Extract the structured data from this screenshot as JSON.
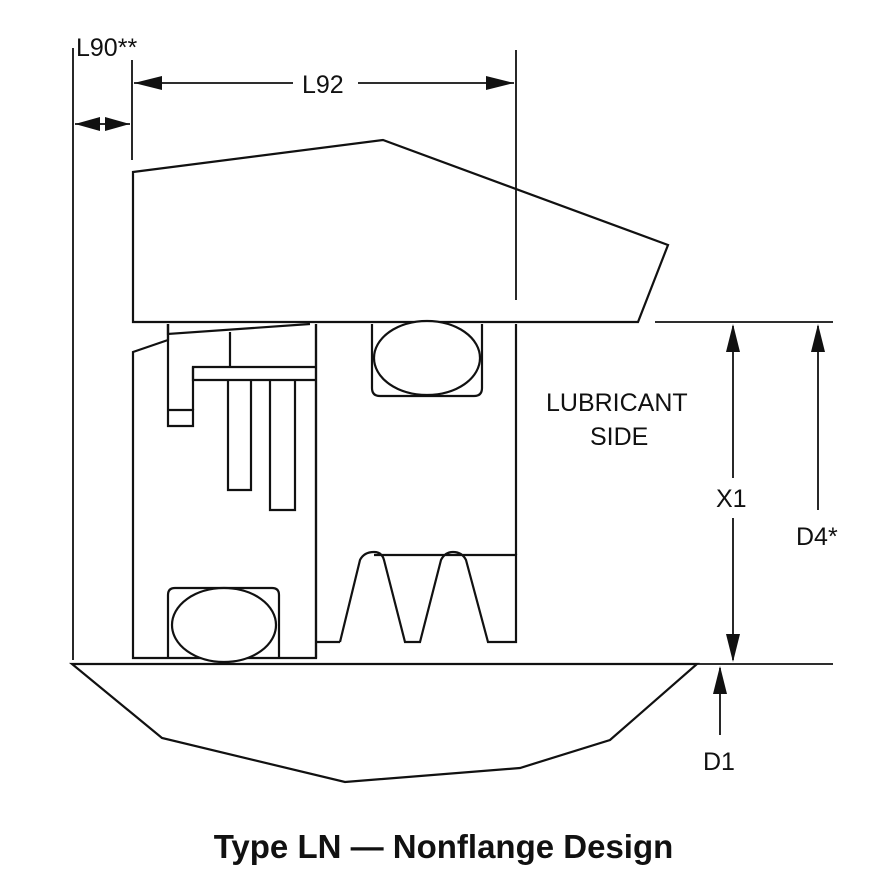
{
  "labels": {
    "l90": "L90**",
    "l92": "L92",
    "lubricant_line1": "LUBRICANT",
    "lubricant_line2": "SIDE",
    "x1": "X1",
    "d4": "D4*",
    "d1": "D1"
  },
  "caption": "Type LN — Nonflange Design"
}
